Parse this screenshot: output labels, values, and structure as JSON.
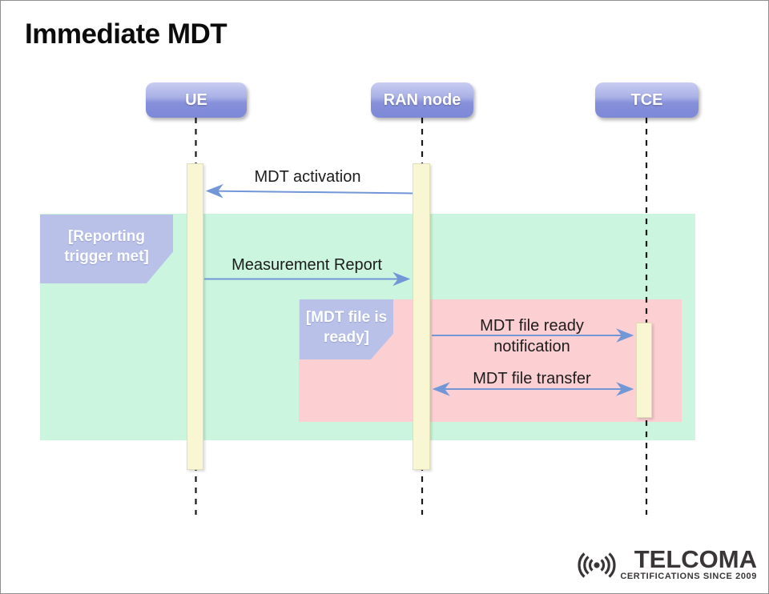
{
  "title": "Immediate MDT",
  "actors": [
    {
      "label": "UE"
    },
    {
      "label": "RAN node"
    },
    {
      "label": "TCE"
    }
  ],
  "notes": {
    "reporting": {
      "line1": "[Reporting",
      "line2": "trigger met]"
    },
    "mdt_file": {
      "line1": "[MDT file is",
      "line2": "ready]"
    }
  },
  "messages": {
    "activation": {
      "label": "MDT activation",
      "from": "RAN node",
      "to": "UE"
    },
    "measurement": {
      "label": "Measurement Report",
      "from": "UE",
      "to": "RAN node"
    },
    "file_ready": {
      "line1": "MDT file ready",
      "line2": "notification",
      "from": "RAN node",
      "to": "TCE"
    },
    "file_transfer": {
      "label": "MDT file transfer",
      "from": "RAN node",
      "to": "TCE",
      "bidirectional": true
    }
  },
  "logo": {
    "brand": "TELCOMA",
    "tagline": "CERTIFICATIONS SINCE 2009",
    "icon": "signal-icon"
  },
  "colors": {
    "green_region": "#cbf5de",
    "pink_region": "#fccfd3",
    "activation_bar": "#f8f6d3",
    "actor_gradient_top": "#c9cdf1",
    "actor_gradient_bottom": "#7d88d7",
    "note_fill": "#b9c1e9",
    "arrow_blue": "#7297d7",
    "lifeline": "#1a1a1a",
    "logo_gray": "#3a3637"
  }
}
